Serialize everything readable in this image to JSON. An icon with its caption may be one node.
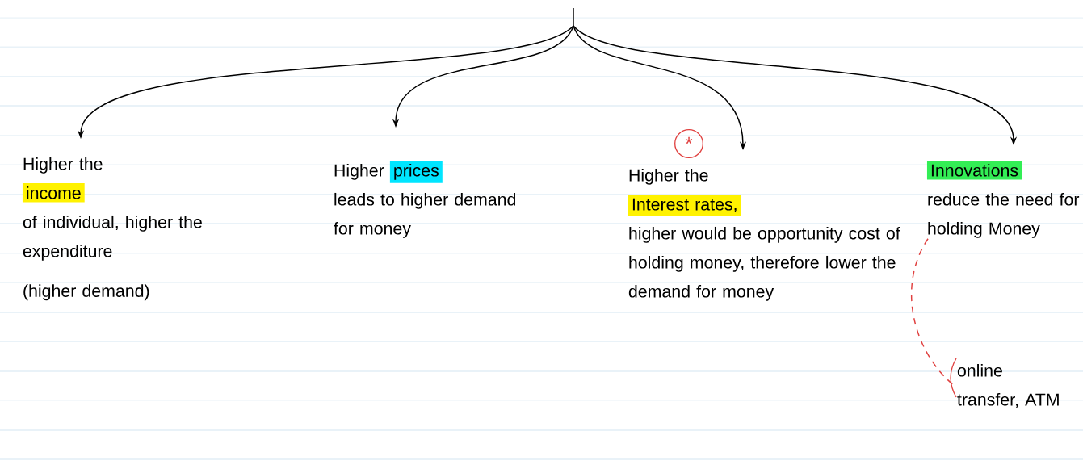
{
  "diagram": {
    "nodes": [
      {
        "text": [
          "Higher the",
          "income",
          "of individual, higher the expenditure",
          "(higher demand)"
        ]
      },
      {
        "text": [
          "Higher",
          "prices",
          "leads to higher demand for money"
        ]
      },
      {
        "text": [
          "Higher the",
          "Interest rates,",
          "higher would be opportunity cost of holding money, therefore lower the demand for money"
        ]
      },
      {
        "text": [
          "Innovations",
          "reduce the need for holding Money"
        ]
      },
      {
        "text": [
          "online transfer, ATM"
        ]
      }
    ],
    "edges": [
      {
        "from": null,
        "to": 0,
        "arrow": "to"
      },
      {
        "from": null,
        "to": 1,
        "arrow": "to"
      },
      {
        "from": null,
        "to": 2,
        "arrow": "to"
      },
      {
        "from": null,
        "to": 3,
        "arrow": "to"
      },
      {
        "from": 3,
        "to": 4,
        "arrow": "none",
        "style": "dashed",
        "color": "#e0403f"
      }
    ],
    "labels": [
      "*"
    ]
  }
}
